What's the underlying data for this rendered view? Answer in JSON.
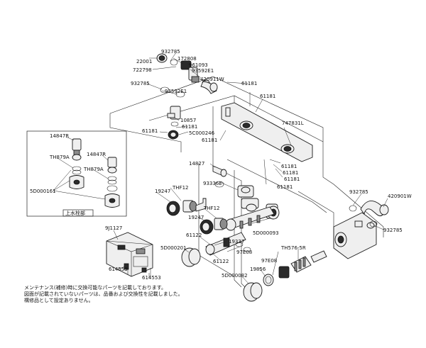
{
  "parts": {
    "p22001": "22001",
    "p932785_top": "932785",
    "p172808": "172808",
    "p722798": "722798",
    "p961093": "961093",
    "p93592e1_a": "93592E1",
    "p420911": "420911W",
    "p932785_left": "932785",
    "p93592e1_b": "93592E1",
    "p10857": "10857",
    "p61181_a": "61181",
    "p61181_b": "61181",
    "p61181_c": "61181",
    "p61181_d": "61181",
    "p61181_e": "61181",
    "p61181_f": "61181",
    "p61181_g": "61181",
    "p61181_h": "61181",
    "p61181_i": "61181",
    "p5c000246": "5C000246",
    "p747831l": "747831L",
    "p14827": "14827",
    "p93336e": "93336E",
    "p19247_a": "19247",
    "p19247_b": "19247",
    "pthf12_a": "THF12",
    "pthf12_b": "THF12",
    "p5d000093": "5D000093",
    "p61122_a": "61122",
    "p61122_b": "61122",
    "p19337": "19337",
    "p97e08_a": "97E08",
    "p97e08_b": "97E08",
    "p5d000201": "5D000201",
    "pth576_5r": "TH576-5R",
    "p19856": "19856",
    "p5d000082": "5D000082",
    "p932785_right": "932785",
    "p420901": "420901W",
    "p932785_right2": "932785",
    "p9j1127": "9J1127",
    "p614553_a": "614553",
    "p614553_b": "614553"
  },
  "inset": {
    "p14847r_a": "14847R",
    "p14847r_b": "14847R",
    "pth879a_a": "TH879A",
    "pth879a_b": "TH879A",
    "p5d000161": "5D000161",
    "caption": "上水栓部"
  },
  "notes": {
    "line1": "メンテナンス(補修)時に交換可能なパーツを記載しております。",
    "line2": "図面が記載されていないパーツは、品番および交換性を記載しました。",
    "line3": "構修品として設定ありません。"
  }
}
